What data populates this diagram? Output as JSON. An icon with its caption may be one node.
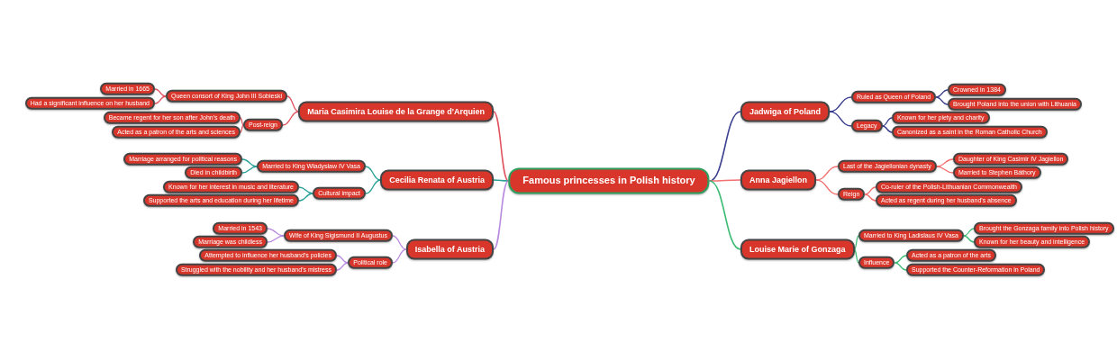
{
  "diagram": {
    "nodes": [
      {
        "text": [
          "Famous princesses in Polish history"
        ]
      },
      {
        "text": [
          "Maria Casimira Louise de la Grange d'Arquien"
        ]
      },
      {
        "text": [
          "Queen consort of King John III Sobieski"
        ]
      },
      {
        "text": [
          "Married in 1665"
        ]
      },
      {
        "text": [
          "Had a significant influence on her husband"
        ]
      },
      {
        "text": [
          "Post-reign"
        ]
      },
      {
        "text": [
          "Became regent for her son after John's death"
        ]
      },
      {
        "text": [
          "Acted as a patron of the arts and sciences"
        ]
      },
      {
        "text": [
          "Cecilia Renata of Austria"
        ]
      },
      {
        "text": [
          "Married to King Władysław IV Vasa"
        ]
      },
      {
        "text": [
          "Marriage arranged for political reasons"
        ]
      },
      {
        "text": [
          "Died in childbirth"
        ]
      },
      {
        "text": [
          "Cultural impact"
        ]
      },
      {
        "text": [
          "Known for her interest in music and literature"
        ]
      },
      {
        "text": [
          "Supported the arts and education during her lifetime"
        ]
      },
      {
        "text": [
          "Isabella of Austria"
        ]
      },
      {
        "text": [
          "Wife of King Sigismund II Augustus"
        ]
      },
      {
        "text": [
          "Married in 1543"
        ]
      },
      {
        "text": [
          "Marriage was childless"
        ]
      },
      {
        "text": [
          "Political role"
        ]
      },
      {
        "text": [
          "Attempted to influence her husband's policies"
        ]
      },
      {
        "text": [
          "Struggled with the nobility and her husband's mistress"
        ]
      },
      {
        "text": [
          "Jadwiga of Poland"
        ]
      },
      {
        "text": [
          "Ruled as Queen of Poland"
        ]
      },
      {
        "text": [
          "Crowned in 1384"
        ]
      },
      {
        "text": [
          "Brought Poland into the union with Lithuania"
        ]
      },
      {
        "text": [
          "Legacy"
        ]
      },
      {
        "text": [
          "Known for her piety and charity"
        ]
      },
      {
        "text": [
          "Canonized as a saint in the Roman Catholic Church"
        ]
      },
      {
        "text": [
          "Anna Jagiellon"
        ]
      },
      {
        "text": [
          "Last of the Jagiellonian dynasty"
        ]
      },
      {
        "text": [
          "Daughter of King Casimir IV Jagiellon"
        ]
      },
      {
        "text": [
          "Married to Stephen Báthory"
        ]
      },
      {
        "text": [
          "Reign"
        ]
      },
      {
        "text": [
          "Co-ruler of the Polish-Lithuanian Commonwealth"
        ]
      },
      {
        "text": [
          "Acted as regent during her husband's absence"
        ]
      },
      {
        "text": [
          "Louise Marie of Gonzaga"
        ]
      },
      {
        "text": [
          "Married to King Ladislaus IV Vasa"
        ]
      },
      {
        "text": [
          "Brought the Gonzaga family into Polish history"
        ]
      },
      {
        "text": [
          "Known for her beauty and intelligence"
        ]
      },
      {
        "text": [
          "Influence"
        ]
      },
      {
        "text": [
          "Acted as a patron of the arts"
        ]
      },
      {
        "text": [
          "Supported the Counter-Reformation in Poland"
        ]
      }
    ],
    "edges": [
      {
        "from": 0,
        "to": 1,
        "arrow": "none",
        "color": "#e05561"
      },
      {
        "from": 1,
        "to": 2,
        "arrow": "none",
        "color": "#e05561"
      },
      {
        "from": 2,
        "to": 3,
        "arrow": "none",
        "color": "#e05561"
      },
      {
        "from": 2,
        "to": 4,
        "arrow": "none",
        "color": "#e05561"
      },
      {
        "from": 1,
        "to": 5,
        "arrow": "none",
        "color": "#e05561"
      },
      {
        "from": 5,
        "to": 6,
        "arrow": "none",
        "color": "#e05561"
      },
      {
        "from": 5,
        "to": 7,
        "arrow": "none",
        "color": "#e05561"
      },
      {
        "from": 0,
        "to": 8,
        "arrow": "none",
        "color": "#2aa198"
      },
      {
        "from": 8,
        "to": 9,
        "arrow": "none",
        "color": "#2aa198"
      },
      {
        "from": 9,
        "to": 10,
        "arrow": "none",
        "color": "#2aa198"
      },
      {
        "from": 9,
        "to": 11,
        "arrow": "none",
        "color": "#2aa198"
      },
      {
        "from": 8,
        "to": 12,
        "arrow": "none",
        "color": "#2aa198"
      },
      {
        "from": 12,
        "to": 13,
        "arrow": "none",
        "color": "#2aa198"
      },
      {
        "from": 12,
        "to": 14,
        "arrow": "none",
        "color": "#2aa198"
      },
      {
        "from": 0,
        "to": 15,
        "arrow": "none",
        "color": "#b98be0"
      },
      {
        "from": 15,
        "to": 16,
        "arrow": "none",
        "color": "#b98be0"
      },
      {
        "from": 16,
        "to": 17,
        "arrow": "none",
        "color": "#b98be0"
      },
      {
        "from": 16,
        "to": 18,
        "arrow": "none",
        "color": "#b98be0"
      },
      {
        "from": 15,
        "to": 19,
        "arrow": "none",
        "color": "#b98be0"
      },
      {
        "from": 19,
        "to": 20,
        "arrow": "none",
        "color": "#b98be0"
      },
      {
        "from": 19,
        "to": 21,
        "arrow": "none",
        "color": "#b98be0"
      },
      {
        "from": 0,
        "to": 22,
        "arrow": "none",
        "color": "#3a3f8f"
      },
      {
        "from": 22,
        "to": 23,
        "arrow": "none",
        "color": "#3a3f8f"
      },
      {
        "from": 23,
        "to": 24,
        "arrow": "none",
        "color": "#3a3f8f"
      },
      {
        "from": 23,
        "to": 25,
        "arrow": "none",
        "color": "#3a3f8f"
      },
      {
        "from": 22,
        "to": 26,
        "arrow": "none",
        "color": "#3a3f8f"
      },
      {
        "from": 26,
        "to": 27,
        "arrow": "none",
        "color": "#3a3f8f"
      },
      {
        "from": 26,
        "to": 28,
        "arrow": "none",
        "color": "#3a3f8f"
      },
      {
        "from": 0,
        "to": 29,
        "arrow": "none",
        "color": "#f47070"
      },
      {
        "from": 29,
        "to": 30,
        "arrow": "none",
        "color": "#f47070"
      },
      {
        "from": 30,
        "to": 31,
        "arrow": "none",
        "color": "#f47070"
      },
      {
        "from": 30,
        "to": 32,
        "arrow": "none",
        "color": "#f47070"
      },
      {
        "from": 29,
        "to": 33,
        "arrow": "none",
        "color": "#f47070"
      },
      {
        "from": 33,
        "to": 34,
        "arrow": "none",
        "color": "#f47070"
      },
      {
        "from": 33,
        "to": 35,
        "arrow": "none",
        "color": "#f47070"
      },
      {
        "from": 0,
        "to": 36,
        "arrow": "none",
        "color": "#3dbb74"
      },
      {
        "from": 36,
        "to": 37,
        "arrow": "none",
        "color": "#3dbb74"
      },
      {
        "from": 37,
        "to": 38,
        "arrow": "none",
        "color": "#3dbb74"
      },
      {
        "from": 37,
        "to": 39,
        "arrow": "none",
        "color": "#3dbb74"
      },
      {
        "from": 36,
        "to": 40,
        "arrow": "none",
        "color": "#3dbb74"
      },
      {
        "from": 40,
        "to": 41,
        "arrow": "none",
        "color": "#3dbb74"
      },
      {
        "from": 40,
        "to": 42,
        "arrow": "none",
        "color": "#3dbb74"
      }
    ]
  }
}
